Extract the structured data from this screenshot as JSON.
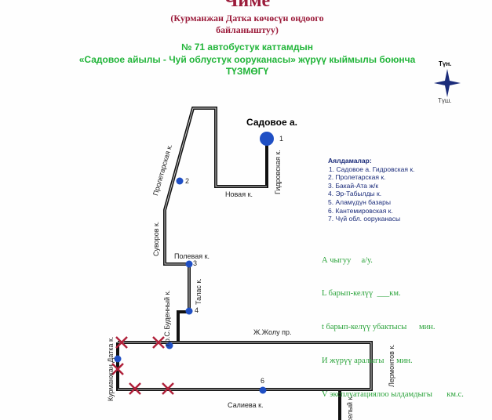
{
  "header": {
    "title": "Чиме",
    "subtitle1": "(Курманжан Датка көчөсүн оңдоого",
    "subtitle2": "байланыштуу)",
    "route1": "№ 71  автобустук каттамдын",
    "route2": "«Садовое айылы  - Чуй облустук ооруканасы» жүрүү кыймылы боюнча",
    "route3": "ТҮЗМӨГҮ"
  },
  "compass": {
    "north": "Түн.",
    "south": "Түш."
  },
  "streets": {
    "sadovoe": "Садовое а.",
    "proletarskaya": "Пролетарская к.",
    "gidrovskaya": "Гидровская к.",
    "novaya": "Новая к.",
    "suvorov": "Суворов к.",
    "polevaya": "Полевая к.",
    "talas": "Талас к.",
    "budenny": "пр.С.Буденный к.",
    "zholu": "Ж.Жолу пр.",
    "lermontov": "Лермонтов к.",
    "kurmanjan": "Курманжан Датка к.",
    "salieva": "Салиева к.",
    "vesely": "Веселый к."
  },
  "stop_numbers": {
    "s1": "1",
    "s2": "2",
    "s3": "3",
    "s4": "4",
    "s6": "6"
  },
  "legend": {
    "title": "Аялдамалар:",
    "items": [
      "1. Садовое а. Гидровская к.",
      "2. Пролетарская к.",
      "3. Бакай-Ата ж/к",
      "4. Эр-Табылды к.",
      "5. Аламүдүн базары",
      "6. Кантемировская к.",
      "7. Чүй обл. ооруканасы"
    ]
  },
  "params": [
    "А чыгуу     а/у.",
    "L барып-келүү  ___км.",
    "t барып-келүү убактысы      мин.",
    "И жүрүү аралыгы      мин.",
    "V эксплуатациялоо ылдамдыгы       км.с."
  ],
  "colors": {
    "route": "#111111",
    "stop": "#1f4fc4",
    "closed": "#b0203a",
    "title_red": "#9b1b3a",
    "title_green": "#22b53a"
  }
}
